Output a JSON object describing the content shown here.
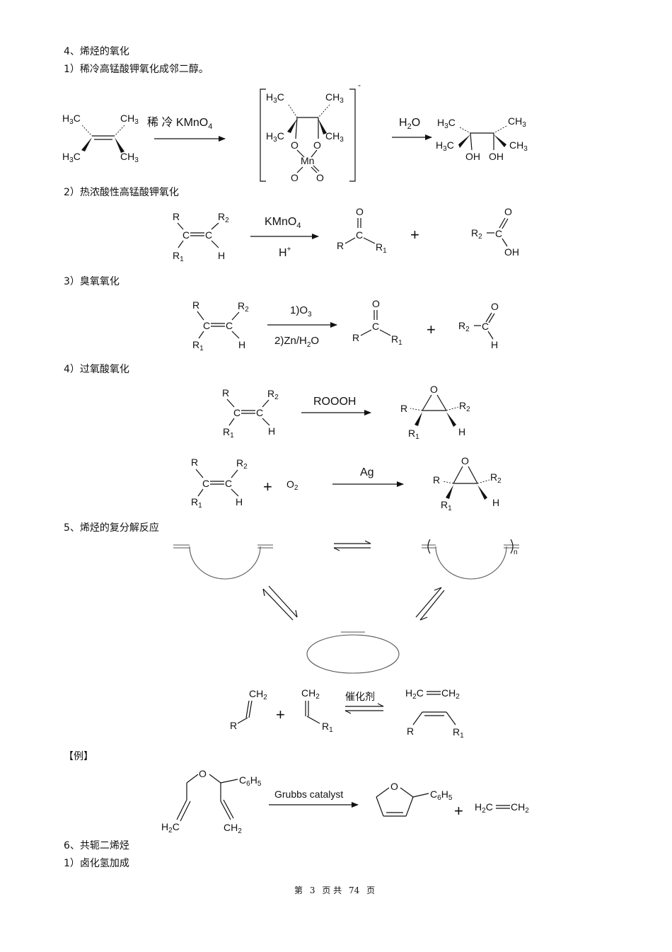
{
  "headings": {
    "h4": "4、烯烃的氧化",
    "h4_1": "1）稀冷高锰酸钾氧化成邻二醇。",
    "h4_2": "2）热浓酸性高锰酸钾氧化",
    "h4_3": "3）臭氧氧化",
    "h4_4": "4）过氧酸氧化",
    "h5": "5、烯烃的复分解反应",
    "example": "【例】",
    "h6": "6、共轭二烯烃",
    "h6_1": "1）卤化氢加成"
  },
  "reagents": {
    "r1_condition": "稀  冷  KMnO",
    "r1_condition_sub": "4",
    "r1_water": "H",
    "r1_water_sub": "2",
    "r1_water_tail": "O",
    "r2_top": "KMnO",
    "r2_top_sub": "4",
    "r2_bottom": "H",
    "r2_bottom_sup": "+",
    "r3_top": "1)O",
    "r3_top_sub": "3",
    "r3_bottom": "2)Zn/H",
    "r3_bottom_sub": "2",
    "r3_bottom_tail": "O",
    "r4_peracid": "ROOOH",
    "r5_catalyst_ag": "Ag",
    "r5_o2": "O",
    "r5_o2_sub": "2",
    "metathesis_catalyst": "催化剂",
    "grubbs": "Grubbs catalyst"
  },
  "atoms": {
    "H3C": "H",
    "CH3": "CH",
    "three": "3",
    "R": "R",
    "R1": "R",
    "R2": "R",
    "one": "1",
    "two": "2",
    "C": "C",
    "H": "H",
    "O": "O",
    "OH": "OH",
    "Mn": "Mn",
    "CH2": "CH",
    "H2C": "H",
    "C6H5": "C",
    "six": "6",
    "five": "5",
    "plus": "+",
    "minus": "-",
    "n": "n"
  },
  "footer": {
    "prefix": "第",
    "page": "3",
    "mid": "页 共",
    "total": "74",
    "suffix": "页"
  }
}
